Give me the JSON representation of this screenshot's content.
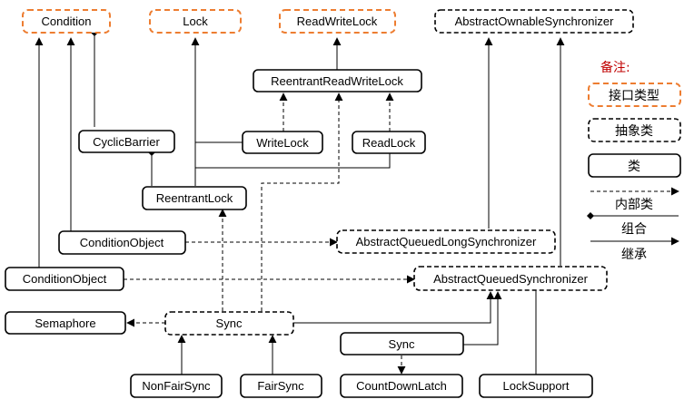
{
  "nodes": {
    "condition": {
      "label": "Condition",
      "kind": "interface"
    },
    "lock": {
      "label": "Lock",
      "kind": "interface"
    },
    "readwritelock": {
      "label": "ReadWriteLock",
      "kind": "interface"
    },
    "aos": {
      "label": "AbstractOwnableSynchronizer",
      "kind": "abstract"
    },
    "rrwl": {
      "label": "ReentrantReadWriteLock",
      "kind": "class"
    },
    "cyclicbarrier": {
      "label": "CyclicBarrier",
      "kind": "class"
    },
    "writelock": {
      "label": "WriteLock",
      "kind": "class"
    },
    "readlock": {
      "label": "ReadLock",
      "kind": "class"
    },
    "reentrantlock": {
      "label": "ReentrantLock",
      "kind": "class"
    },
    "condobj1": {
      "label": "ConditionObject",
      "kind": "class"
    },
    "aqls": {
      "label": "AbstractQueuedLongSynchronizer",
      "kind": "abstract"
    },
    "condobj2": {
      "label": "ConditionObject",
      "kind": "class"
    },
    "aqs": {
      "label": "AbstractQueuedSynchronizer",
      "kind": "abstract"
    },
    "semaphore": {
      "label": "Semaphore",
      "kind": "class"
    },
    "sync1": {
      "label": "Sync",
      "kind": "abstract"
    },
    "sync2": {
      "label": "Sync",
      "kind": "class"
    },
    "nonfairsync": {
      "label": "NonFairSync",
      "kind": "class"
    },
    "fairsync": {
      "label": "FairSync",
      "kind": "class"
    },
    "countdownlatch": {
      "label": "CountDownLatch",
      "kind": "class"
    },
    "locksupport": {
      "label": "LockSupport",
      "kind": "class"
    }
  },
  "legend": {
    "title": "备注:",
    "interface": "接口类型",
    "abstract": "抽象类",
    "class": "类",
    "inner": "内部类",
    "composition": "组合",
    "inheritance": "继承"
  },
  "colors": {
    "interface_border": "#ed7d31",
    "border": "#000000",
    "legend_title": "#c00000"
  }
}
